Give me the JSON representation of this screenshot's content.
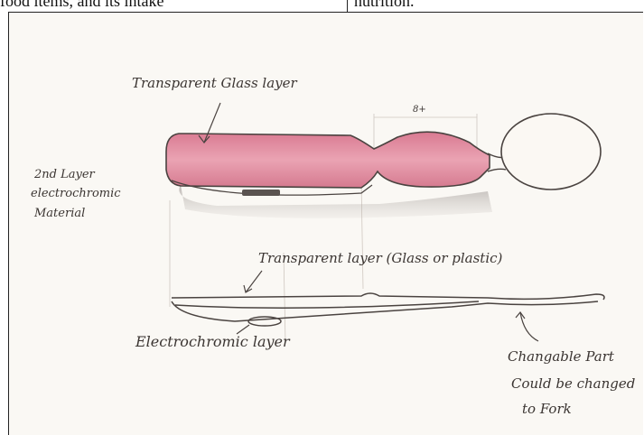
{
  "header": {
    "left_text": "food items, and its intake",
    "right_text": "nutrition."
  },
  "labels": {
    "glass_layer": "Transparent Glass layer",
    "second_layer": [
      "2nd Layer",
      "electrochromic",
      "Material"
    ],
    "transparent_layer": "Transparent layer (Glass or plastic)",
    "electrochromic_layer": "Electrochromic layer",
    "changeable_part": [
      "Changable Part",
      "Could be changed",
      "to Fork"
    ],
    "dimension_mark": "8+"
  },
  "colors": {
    "handle_fill": "#e89aab",
    "pencil": "#4a4340",
    "paper": "#faf8f4"
  }
}
